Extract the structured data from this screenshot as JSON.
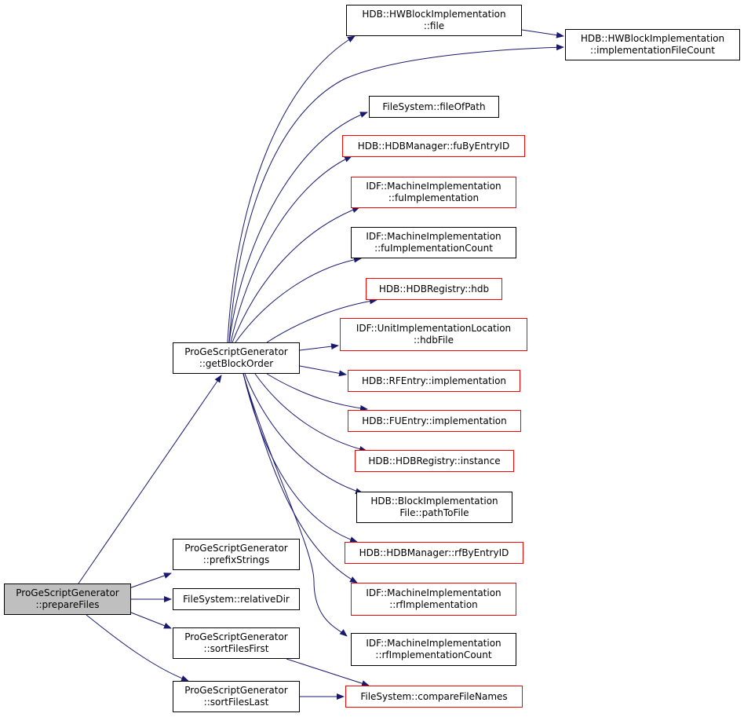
{
  "colors": {
    "edge": "#191970",
    "node_border": "#000000",
    "incomplete_border": "#ff0000",
    "current_fill": "#bfbfbf"
  },
  "nodes": [
    {
      "id": "prepareFiles",
      "lines": [
        "ProGeScriptGenerator",
        "::prepareFiles"
      ],
      "style": "current"
    },
    {
      "id": "getBlockOrder",
      "lines": [
        "ProGeScriptGenerator",
        "::getBlockOrder"
      ],
      "style": "normal"
    },
    {
      "id": "prefixStrings",
      "lines": [
        "ProGeScriptGenerator",
        "::prefixStrings"
      ],
      "style": "normal"
    },
    {
      "id": "relativeDir",
      "lines": [
        "FileSystem::relativeDir"
      ],
      "style": "normal"
    },
    {
      "id": "sortFilesFirst",
      "lines": [
        "ProGeScriptGenerator",
        "::sortFilesFirst"
      ],
      "style": "normal"
    },
    {
      "id": "sortFilesLast",
      "lines": [
        "ProGeScriptGenerator",
        "::sortFilesLast"
      ],
      "style": "normal"
    },
    {
      "id": "hwFile",
      "lines": [
        "HDB::HWBlockImplementation",
        "::file"
      ],
      "style": "normal"
    },
    {
      "id": "implFileCount",
      "lines": [
        "HDB::HWBlockImplementation",
        "::implementationFileCount"
      ],
      "style": "normal"
    },
    {
      "id": "fileOfPath",
      "lines": [
        "FileSystem::fileOfPath"
      ],
      "style": "normal"
    },
    {
      "id": "fuByEntryID",
      "lines": [
        "HDB::HDBManager::fuByEntryID"
      ],
      "style": "red"
    },
    {
      "id": "fuImplementation",
      "lines": [
        "IDF::MachineImplementation",
        "::fuImplementation"
      ],
      "style": "red"
    },
    {
      "id": "fuImplementationCount",
      "lines": [
        "IDF::MachineImplementation",
        "::fuImplementationCount"
      ],
      "style": "normal"
    },
    {
      "id": "hdb",
      "lines": [
        "HDB::HDBRegistry::hdb"
      ],
      "style": "red"
    },
    {
      "id": "hdbFile",
      "lines": [
        "IDF::UnitImplementationLocation",
        "::hdbFile"
      ],
      "style": "red"
    },
    {
      "id": "rfImplementation",
      "lines": [
        "HDB::RFEntry::implementation"
      ],
      "style": "red"
    },
    {
      "id": "fuEntryImplementation",
      "lines": [
        "HDB::FUEntry::implementation"
      ],
      "style": "red"
    },
    {
      "id": "instance",
      "lines": [
        "HDB::HDBRegistry::instance"
      ],
      "style": "red"
    },
    {
      "id": "pathToFile",
      "lines": [
        "HDB::BlockImplementation",
        "File::pathToFile"
      ],
      "style": "normal"
    },
    {
      "id": "rfByEntryID",
      "lines": [
        "HDB::HDBManager::rfByEntryID"
      ],
      "style": "red"
    },
    {
      "id": "midRfImplementation",
      "lines": [
        "IDF::MachineImplementation",
        "::rfImplementation"
      ],
      "style": "red"
    },
    {
      "id": "rfImplementationCount",
      "lines": [
        "IDF::MachineImplementation",
        "::rfImplementationCount"
      ],
      "style": "normal"
    },
    {
      "id": "compareFileNames",
      "lines": [
        "FileSystem::compareFileNames"
      ],
      "style": "red"
    }
  ],
  "edges": [
    {
      "from": "prepareFiles",
      "to": "getBlockOrder"
    },
    {
      "from": "prepareFiles",
      "to": "prefixStrings"
    },
    {
      "from": "prepareFiles",
      "to": "relativeDir"
    },
    {
      "from": "prepareFiles",
      "to": "sortFilesFirst"
    },
    {
      "from": "prepareFiles",
      "to": "sortFilesLast"
    },
    {
      "from": "getBlockOrder",
      "to": "hwFile"
    },
    {
      "from": "getBlockOrder",
      "to": "implFileCount"
    },
    {
      "from": "getBlockOrder",
      "to": "fileOfPath"
    },
    {
      "from": "getBlockOrder",
      "to": "fuByEntryID"
    },
    {
      "from": "getBlockOrder",
      "to": "fuImplementation"
    },
    {
      "from": "getBlockOrder",
      "to": "fuImplementationCount"
    },
    {
      "from": "getBlockOrder",
      "to": "hdb"
    },
    {
      "from": "getBlockOrder",
      "to": "hdbFile"
    },
    {
      "from": "getBlockOrder",
      "to": "rfImplementation"
    },
    {
      "from": "getBlockOrder",
      "to": "fuEntryImplementation"
    },
    {
      "from": "getBlockOrder",
      "to": "instance"
    },
    {
      "from": "getBlockOrder",
      "to": "pathToFile"
    },
    {
      "from": "getBlockOrder",
      "to": "rfByEntryID"
    },
    {
      "from": "getBlockOrder",
      "to": "midRfImplementation"
    },
    {
      "from": "getBlockOrder",
      "to": "rfImplementationCount"
    },
    {
      "from": "hwFile",
      "to": "implFileCount"
    },
    {
      "from": "sortFilesFirst",
      "to": "compareFileNames"
    },
    {
      "from": "sortFilesLast",
      "to": "compareFileNames"
    }
  ]
}
